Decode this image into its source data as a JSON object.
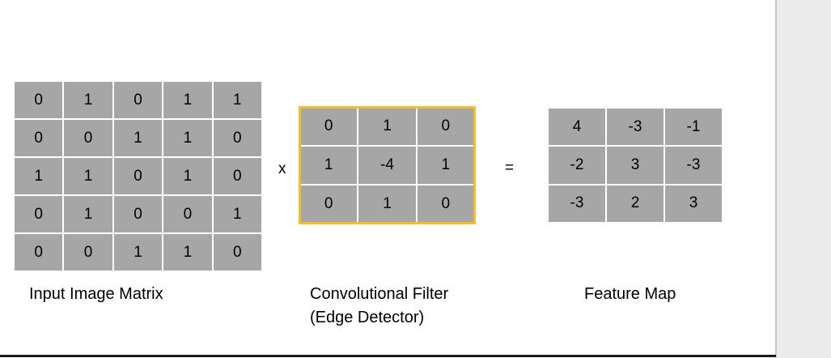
{
  "input_matrix": {
    "rows": [
      [
        "0",
        "1",
        "0",
        "1",
        "1"
      ],
      [
        "0",
        "0",
        "1",
        "1",
        "0"
      ],
      [
        "1",
        "1",
        "0",
        "1",
        "0"
      ],
      [
        "0",
        "1",
        "0",
        "0",
        "1"
      ],
      [
        "0",
        "0",
        "1",
        "1",
        "0"
      ]
    ],
    "caption": "Input Image Matrix"
  },
  "operator_multiply": "x",
  "filter_matrix": {
    "rows": [
      [
        "0",
        "1",
        "0"
      ],
      [
        "1",
        "-4",
        "1"
      ],
      [
        "0",
        "1",
        "0"
      ]
    ],
    "caption_line1": "Convolutional Filter",
    "caption_line2": "(Edge Detector)",
    "highlight_color": "#f5bd27"
  },
  "operator_equals": "=",
  "feature_map": {
    "rows": [
      [
        "4",
        "-3",
        "-1"
      ],
      [
        "-2",
        "3",
        "-3"
      ],
      [
        "-3",
        "2",
        "3"
      ]
    ],
    "caption": "Feature Map"
  },
  "colors": {
    "cell_fill": "#a6a6a6",
    "background": "#ffffff"
  }
}
